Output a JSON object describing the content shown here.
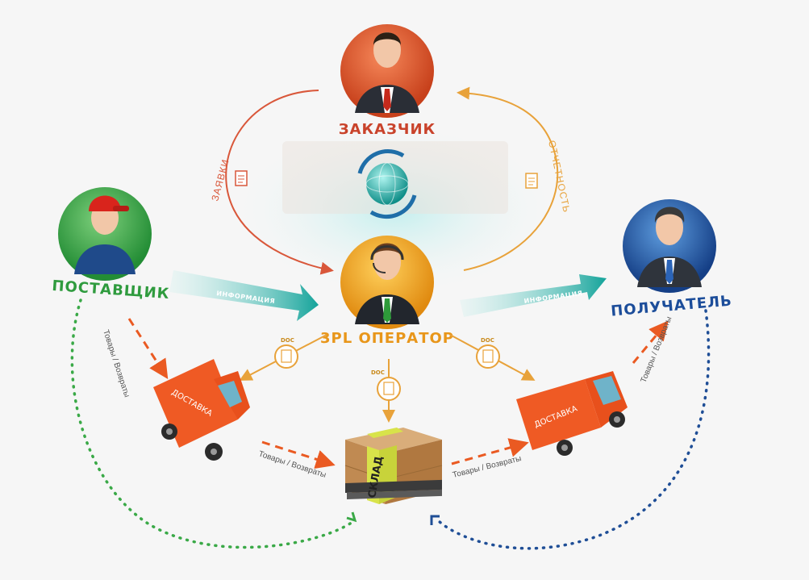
{
  "nodes": {
    "customer": {
      "label": "ЗАКАЗЧИК",
      "color": "#e05a2b"
    },
    "operator": {
      "label": "3PL ОПЕРАТОР",
      "color": "#f3a21c"
    },
    "supplier": {
      "label": "ПОСТАВЩИК",
      "color": "#3aa947"
    },
    "recipient": {
      "label": "ПОЛУЧАТЕЛЬ",
      "color": "#1f5ea8"
    }
  },
  "flows": {
    "requests": "ЗАЯВКИ",
    "reporting": "ОТЧЕТНОСТЬ",
    "info_left": "ИНФОРМАЦИЯ",
    "info_right": "ИНФОРМАЦИЯ",
    "goods_returns_1": "Товары / Возвраты",
    "goods_returns_2": "Товары / Возвраты",
    "goods_returns_3": "Товары / Возвраты",
    "goods_returns_4": "Товары / Возвраты"
  },
  "docs": {
    "doc_left": "DOC",
    "doc_center": "DOC",
    "doc_right": "DOC"
  },
  "trucks": {
    "left": "ДОСТАВКА",
    "right": "ДОСТАВКА"
  },
  "warehouse": {
    "label": "СКЛАД"
  },
  "colors": {
    "red_arc": "#d9573a",
    "orange_arc": "#e8a23a",
    "teal": "#1fb1a6",
    "green_dots": "#3aa947",
    "blue_dots": "#1f4e96",
    "dashed_orange": "#ea5a22"
  }
}
